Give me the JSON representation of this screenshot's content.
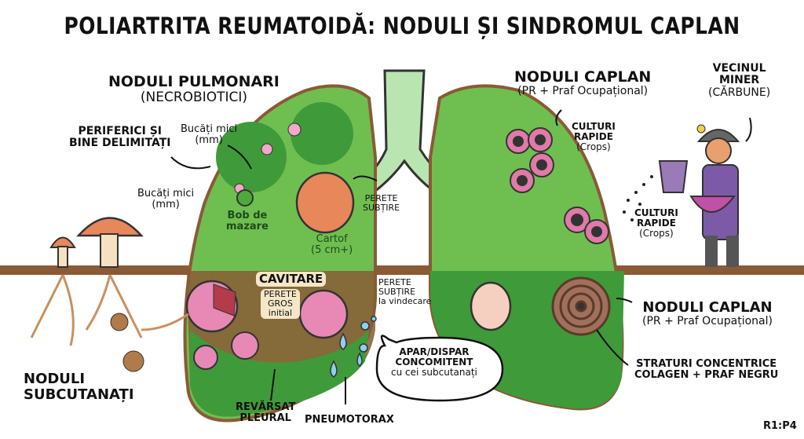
{
  "title": "POLIARTRITA REUMATOIDĂ: NODULI ȘI SINDROMUL CAPLAN",
  "left_lung": {
    "heading": "NODULI PULMONARI",
    "subheading": "(NECROBIOTICI)",
    "peripheral": [
      "PERIFERICI ȘI",
      "BINE DELIMITAȚI"
    ],
    "small_pieces_top": [
      "Bucăți mici",
      "(mm)"
    ],
    "small_pieces_left": [
      "Bucăți mici",
      "(mm)"
    ],
    "pea": [
      "Bob de",
      "mazare"
    ],
    "potato": [
      "Cartof",
      "(5 cm+)"
    ],
    "thin_wall": [
      "PERETE",
      "SUBȚIRE"
    ],
    "cavitary": "CAVITARE",
    "thick_wall": [
      "PERETE",
      "GROS",
      "initial"
    ],
    "thin_wall_healing": [
      "PERETE",
      "SUBȚIRE",
      "la vindecare"
    ],
    "pleural_effusion": [
      "REVĂRSAT",
      "PLEURAL"
    ],
    "pneumothorax": "PNEUMOTORAX"
  },
  "subcutaneous": [
    "NODULI",
    "SUBCUTANAȚI"
  ],
  "speech_bubble": [
    "APAR/DISPAR",
    "CONCOMITENT",
    "cu cei subcutanați"
  ],
  "right_lung": {
    "heading": "NODULI CAPLAN",
    "subheading": "(PR + Praf Ocupațional)",
    "crops_top": [
      "CULTURI",
      "RAPIDE",
      "(Crops)"
    ],
    "crops_bottom": [
      "CULTURI",
      "RAPIDE",
      "(Crops)"
    ],
    "lower_heading": "NODULI CAPLAN",
    "lower_subheading": "(PR + Praf Ocupațional)",
    "layers": [
      "STRATURI CONCENTRICE",
      "COLAGEN + PRAF NEGRU"
    ]
  },
  "miner": [
    "VECINUL",
    "MINER",
    "(CĂRBUNE)"
  ],
  "page_ref": "R1:P4",
  "colors": {
    "lung_green": "#7cc85a",
    "dark_green": "#3f9a3a",
    "soil": "#8a5a36",
    "nodule_pink": "#e889b5",
    "potato": "#e8875a",
    "miner_purple": "#7d5aa8"
  }
}
